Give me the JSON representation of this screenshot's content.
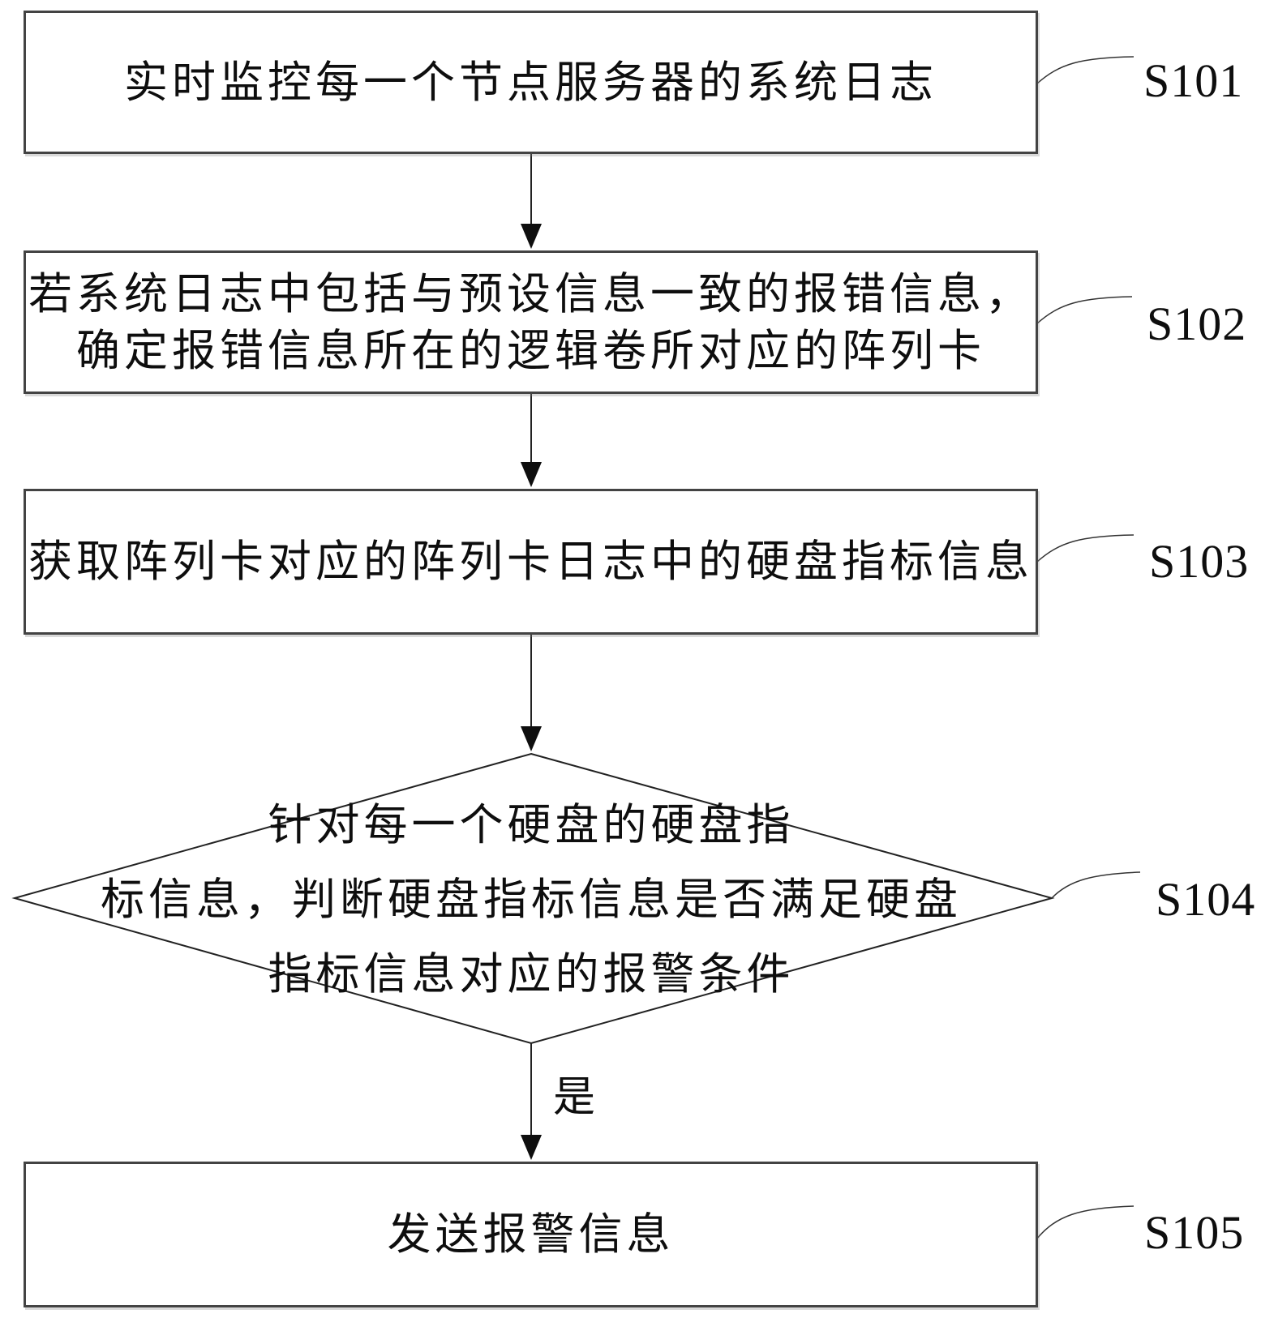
{
  "figure": {
    "type": "flowchart",
    "background_color": "#ffffff",
    "line_color": "#222222",
    "box_border_color": "#434343",
    "text_color": "#0e0e0e"
  },
  "steps": {
    "s101": {
      "id": "S101",
      "label": "实时监控每一个节点服务器的系统日志"
    },
    "s102": {
      "id": "S102",
      "lines": [
        "若系统日志中包括与预设信息一致的报错信息，",
        "确定报错信息所在的逻辑卷所对应的阵列卡"
      ]
    },
    "s103": {
      "id": "S103",
      "label": "获取阵列卡对应的阵列卡日志中的硬盘指标信息"
    },
    "s104": {
      "id": "S104",
      "lines": [
        "针对每一个硬盘的硬盘指",
        "标信息，判断硬盘指标信息是否满足硬盘",
        "指标信息对应的报警条件"
      ]
    },
    "s105": {
      "id": "S105",
      "label": "发送报警信息"
    }
  },
  "connectors": {
    "yes_label": "是"
  }
}
